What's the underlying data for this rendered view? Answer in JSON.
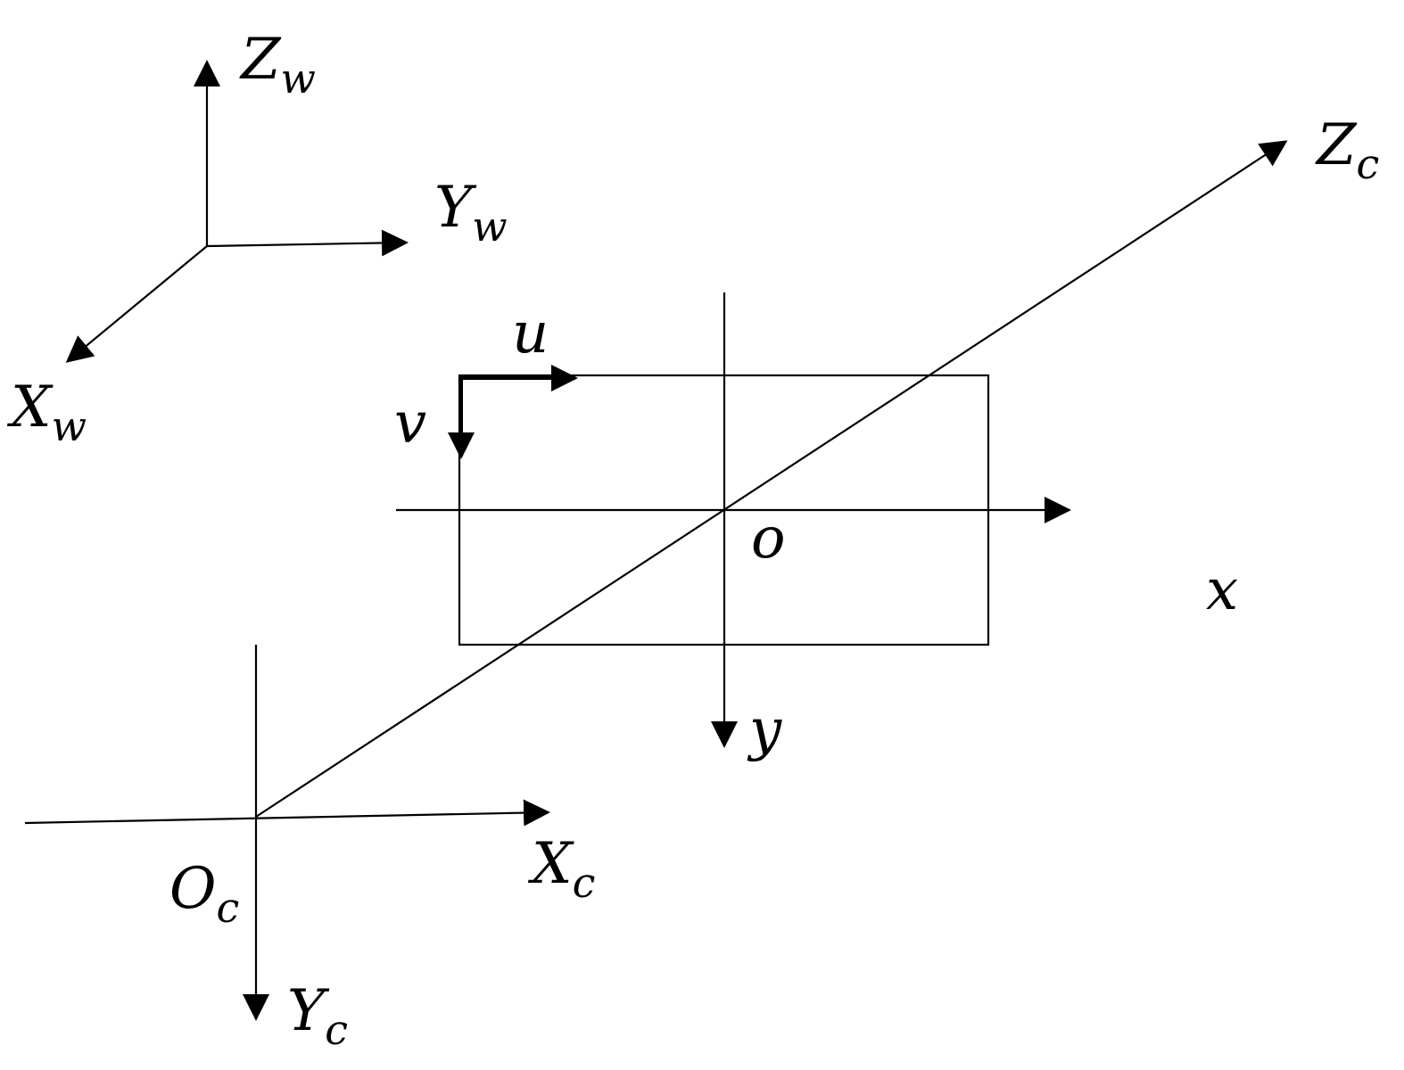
{
  "colors": {
    "ink": "#000000",
    "background": "#ffffff"
  },
  "world_frame": {
    "z_axis": {
      "letter": "Z",
      "subscript": "w"
    },
    "y_axis": {
      "letter": "Y",
      "subscript": "w"
    },
    "x_axis": {
      "letter": "X",
      "subscript": "w"
    }
  },
  "camera_frame": {
    "origin": {
      "letter": "O",
      "subscript": "c"
    },
    "x_axis": {
      "letter": "X",
      "subscript": "c"
    },
    "y_axis": {
      "letter": "Y",
      "subscript": "c"
    },
    "z_axis": {
      "letter": "Z",
      "subscript": "c"
    }
  },
  "image_plane": {
    "origin_label": "o",
    "x_axis_label": "x",
    "y_axis_label": "y"
  },
  "pixel_frame": {
    "u_axis_label": "u",
    "v_axis_label": "v"
  }
}
